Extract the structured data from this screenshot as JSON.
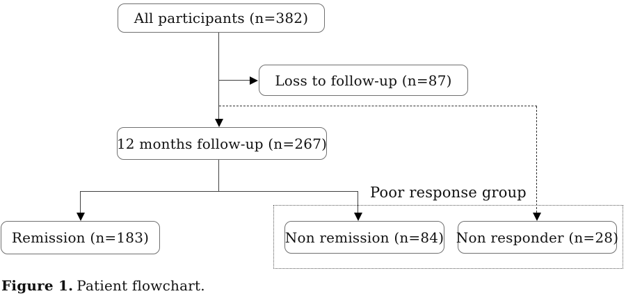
{
  "nodes": {
    "all_participants": "All participants (n=382)",
    "loss_follow_up": "Loss to follow-up (n=87)",
    "twelve_months": "12 months follow-up (n=267)",
    "remission": "Remission (n=183)",
    "non_remission": "Non remission (n=84)",
    "non_responder": "Non responder (n=28)"
  },
  "group_label": "Poor response group",
  "caption": {
    "label": "Figure 1.",
    "text": "Patient flowchart."
  },
  "flow": {
    "counts": {
      "all_participants": 382,
      "loss_to_follow_up": 87,
      "twelve_months_follow_up": 267,
      "remission": 183,
      "non_remission": 84,
      "non_responder": 28
    },
    "edges": [
      {
        "from": "all_participants",
        "to": "loss_to_follow_up",
        "style": "solid"
      },
      {
        "from": "all_participants",
        "to": "twelve_months_follow_up",
        "style": "solid"
      },
      {
        "from": "all_participants",
        "to": "non_responder",
        "style": "dashed"
      },
      {
        "from": "twelve_months_follow_up",
        "to": "remission",
        "style": "solid"
      },
      {
        "from": "twelve_months_follow_up",
        "to": "non_remission",
        "style": "solid"
      }
    ],
    "group": {
      "label": "Poor response group",
      "members": [
        "non_remission",
        "non_responder"
      ]
    }
  },
  "colors": {
    "box_border": "#6f6f6f",
    "connector": "#3f3f3f",
    "arrowhead": "#000000",
    "text": "#111111",
    "background": "#ffffff"
  }
}
